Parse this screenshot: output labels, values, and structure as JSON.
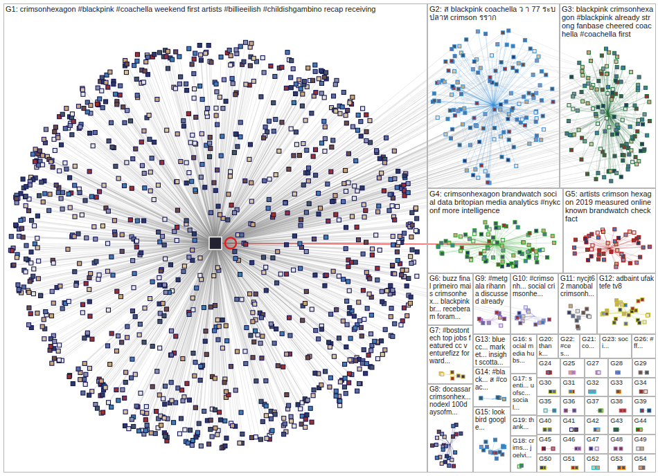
{
  "diagram": {
    "nodes": [
      {
        "text": [
          "G1: crimsonhexagon #blackpink #coachella weekend first artists #billieeilish #childishgambino recap receiving"
        ]
      },
      {
        "text": [
          "G2: ส blackpink coachella ว า 77 ระบ ปลาห crimson รราก"
        ]
      },
      {
        "text": [
          "G3: blackpink crimsonhexagon #blackpink already strong fanbase cheered coachella #coachella first"
        ]
      },
      {
        "text": [
          "G4: crimsonhexagon brandwatch social data britopian media analytics #nykconf more intelligence"
        ]
      },
      {
        "text": [
          "G5: artists crimson hexagon 2019 measured online known brandwatch check fact"
        ]
      },
      {
        "text": [
          "G6: buzz final primeiro mais crimsonhex... blackpinkbr... receberam foram..."
        ]
      },
      {
        "text": [
          "G9: #metgala rihanna discussed already"
        ]
      },
      {
        "text": [
          "G10: #crimsonh... social crimsonhe..."
        ]
      },
      {
        "text": [
          "G11: nycjt62 manobal crimsonh..."
        ]
      },
      {
        "text": [
          "G12: adbaint ufaktefe tv8"
        ]
      },
      {
        "text": [
          "G7: #bostontech top jobs featured cc venturefizz forward..."
        ]
      },
      {
        "text": [
          "G13: bluecc... market... insight scotta..."
        ]
      },
      {
        "text": [
          "G16: social media hubs..."
        ]
      },
      {
        "text": [
          "G20: thank..."
        ]
      },
      {
        "text": [
          "G22: #ces..."
        ]
      },
      {
        "text": [
          "G21: co..."
        ]
      },
      {
        "text": [
          "G23: soci..."
        ]
      },
      {
        "text": [
          "G26: #ff..."
        ]
      },
      {
        "text": [
          "G14: #black... ส #coac..."
        ]
      },
      {
        "text": [
          "G17: senti... uofsc... social..."
        ]
      },
      {
        "text": [
          "G8: docassar crimsonhex... nodexl 100daysofm..."
        ]
      },
      {
        "text": [
          "G15: look bird google..."
        ]
      },
      {
        "text": [
          "G19: thank..."
        ]
      },
      {
        "text": [
          "G18: crims... joelvi..."
        ]
      },
      {
        "text": [
          "G24"
        ]
      },
      {
        "text": [
          "G25"
        ]
      },
      {
        "text": [
          "G27"
        ]
      },
      {
        "text": [
          "G28"
        ]
      },
      {
        "text": [
          "G29"
        ]
      },
      {
        "text": [
          "G30"
        ]
      },
      {
        "text": [
          "G31"
        ]
      },
      {
        "text": [
          "G32"
        ]
      },
      {
        "text": [
          "G33"
        ]
      },
      {
        "text": [
          "G34"
        ]
      },
      {
        "text": [
          "G35"
        ]
      },
      {
        "text": [
          "G36"
        ]
      },
      {
        "text": [
          "G37"
        ]
      },
      {
        "text": [
          "G38"
        ]
      },
      {
        "text": [
          "G39"
        ]
      },
      {
        "text": [
          "G40"
        ]
      },
      {
        "text": [
          "G41"
        ]
      },
      {
        "text": [
          "G42"
        ]
      },
      {
        "text": [
          "G43"
        ]
      },
      {
        "text": [
          "G44"
        ]
      },
      {
        "text": [
          "G45"
        ]
      },
      {
        "text": [
          "G46"
        ]
      },
      {
        "text": [
          "G47"
        ]
      },
      {
        "text": [
          "G48"
        ]
      },
      {
        "text": [
          "G49"
        ]
      },
      {
        "text": [
          "G50"
        ]
      },
      {
        "text": [
          "G51"
        ]
      },
      {
        "text": [
          "G52"
        ]
      },
      {
        "text": [
          "G53"
        ]
      },
      {
        "text": [
          "G54"
        ]
      }
    ]
  }
}
